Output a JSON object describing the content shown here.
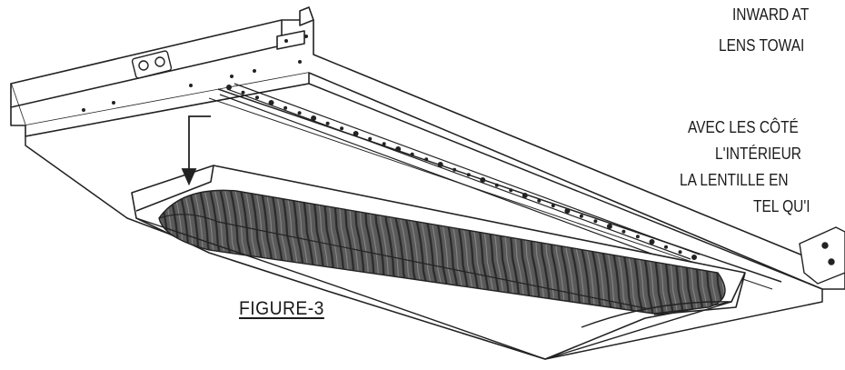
{
  "figure": {
    "label": "FIGURE-3",
    "callouts_en": [
      "INWARD AT",
      "LENS TOWAI"
    ],
    "callouts_fr": [
      "AVEC LES CÔTÉ",
      "L'INTÉRIEUR",
      "LA LENTILLE EN",
      "TEL QU'I"
    ]
  }
}
